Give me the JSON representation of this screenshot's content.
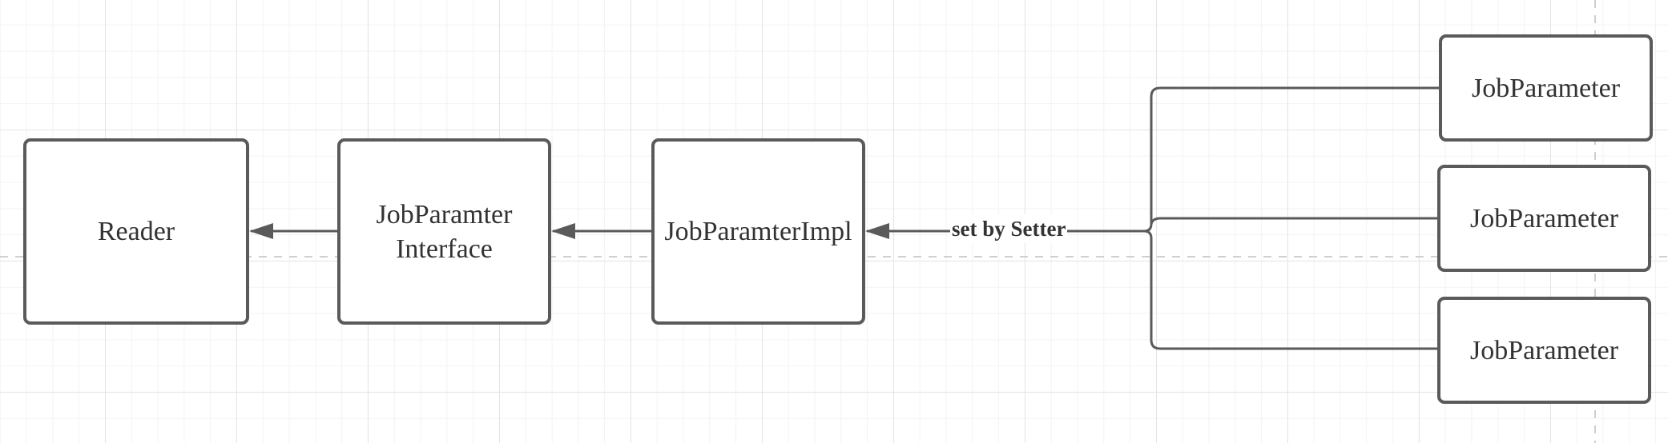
{
  "diagram": {
    "nodes": {
      "reader": "Reader",
      "interface": "JobParamter\nInterface",
      "impl": "JobParamterImpl",
      "param_top": "JobParameter",
      "param_middle": "JobParameter",
      "param_bottom": "JobParameter"
    },
    "edge_label": "set by Setter"
  },
  "colors": {
    "stroke": "#5a5a5a",
    "text": "#333333",
    "grid": "#e4e4e4",
    "guide": "#cfcfcf"
  }
}
